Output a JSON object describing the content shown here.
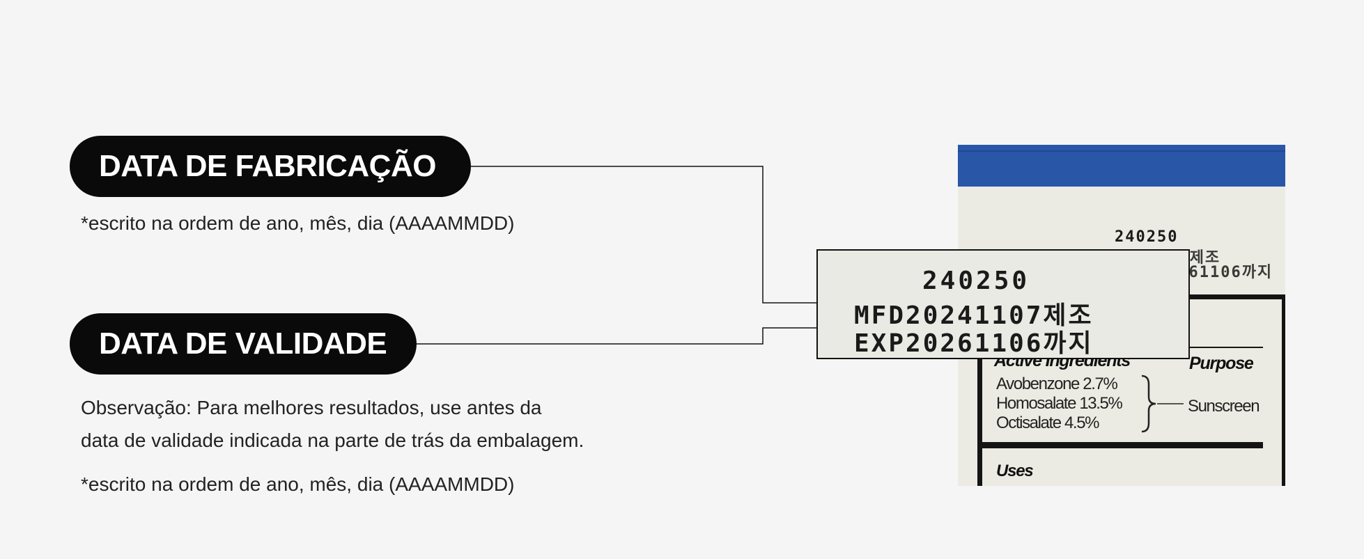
{
  "labels": {
    "mfd_title": "DATA DE FABRICAÇÃO",
    "mfd_note": "*escrito na ordem de ano, mês, dia (AAAAMMDD)",
    "exp_title": "DATA DE VALIDADE",
    "exp_obs_line1": "Observação: Para melhores resultados, use antes da",
    "exp_obs_line2": "data de validade indicada na parte de trás da embalagem.",
    "exp_note": "*escrito na ordem de ano, mês, dia (AAAAMMDD)"
  },
  "package": {
    "lot": "240250",
    "mfd_code": "MFD20241107제조",
    "exp_code": "EXP20261106까지",
    "facts": {
      "active_heading": "Active Ingredients",
      "purpose_heading": "Purpose",
      "ingredients": [
        "Avobenzone 2.7%",
        "Homosalate 13.5%",
        "Octisalate 4.5%"
      ],
      "purpose": "Sunscreen",
      "uses_heading": "Uses"
    }
  },
  "colors": {
    "pill_bg": "#0a0a0a",
    "package_band": "#2a56a8",
    "background": "#f5f5f5"
  }
}
